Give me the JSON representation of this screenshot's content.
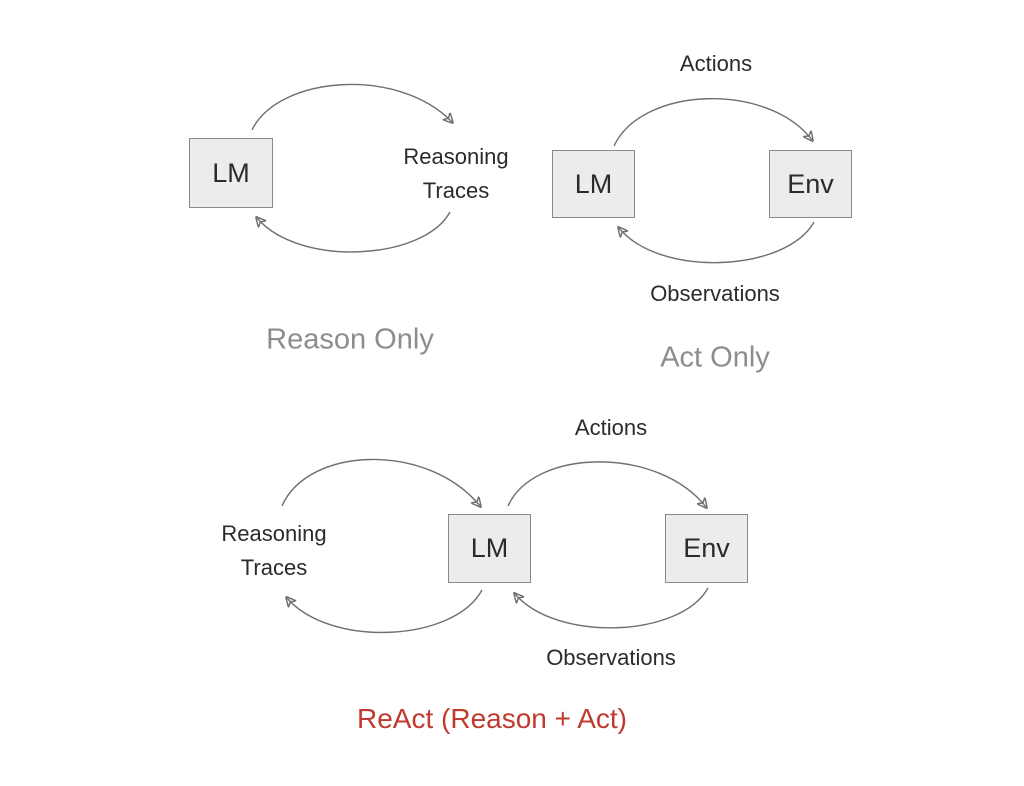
{
  "reason_only": {
    "lm_label": "LM",
    "traces_line1": "Reasoning",
    "traces_line2": "Traces",
    "caption": "Reason Only"
  },
  "act_only": {
    "lm_label": "LM",
    "env_label": "Env",
    "actions_label": "Actions",
    "observations_label": "Observations",
    "caption": "Act Only"
  },
  "react": {
    "lm_label": "LM",
    "env_label": "Env",
    "traces_line1": "Reasoning",
    "traces_line2": "Traces",
    "actions_label": "Actions",
    "observations_label": "Observations",
    "caption": "ReAct (Reason + Act)"
  },
  "colors": {
    "background": "#ffffff",
    "box_fill": "#ececec",
    "box_border": "#8a8a8a",
    "label_dark": "#2b2b2b",
    "caption_gray": "#8d8d8d",
    "arrow": "#707070",
    "react_red": "#c13a2f"
  }
}
